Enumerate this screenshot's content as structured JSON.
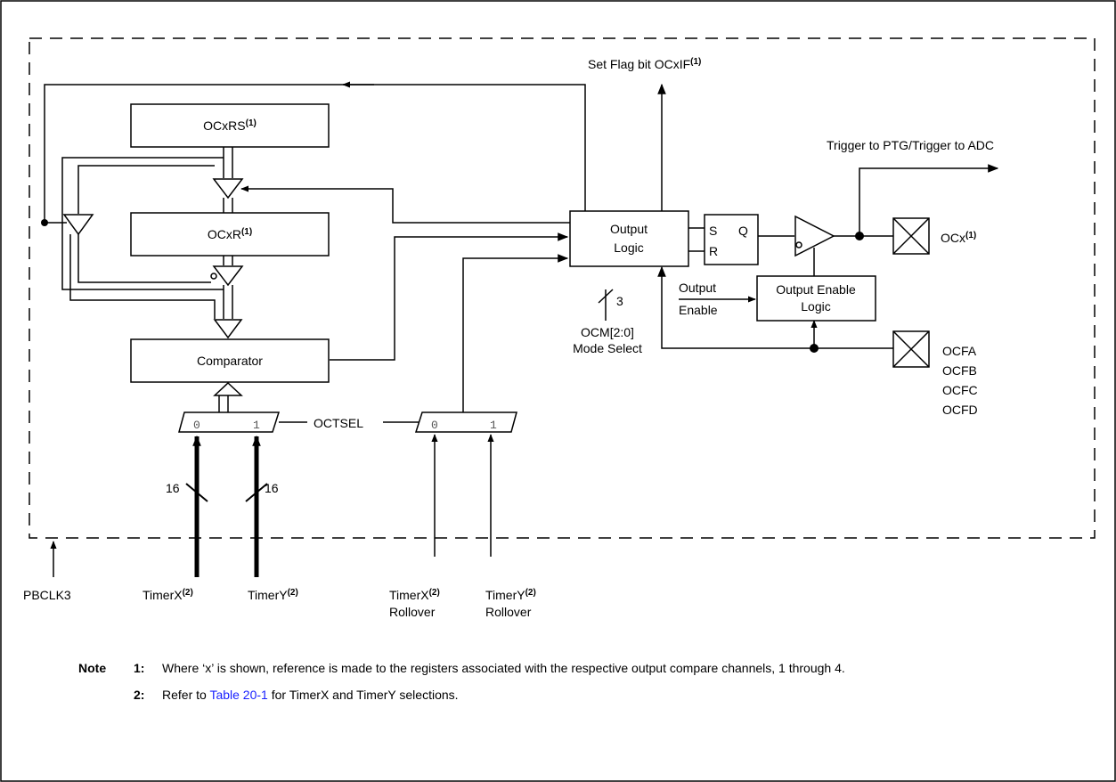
{
  "labels": {
    "set_flag": "Set Flag bit OCxIF",
    "set_flag_sup": "(1)",
    "trigger": "Trigger to PTG/Trigger to ADC",
    "ocxrs": "OCxRS",
    "ocxrs_sup": "(1)",
    "ocxr": "OCxR",
    "ocxr_sup": "(1)",
    "comparator": "Comparator",
    "output_logic_1": "Output",
    "output_logic_2": "Logic",
    "sr_s": "S",
    "sr_q": "Q",
    "sr_r": "R",
    "ocx": "OCx",
    "ocx_sup": "(1)",
    "oe_logic_1": "Output Enable",
    "oe_logic_2": "Logic",
    "output_enable_1": "Output",
    "output_enable_2": "Enable",
    "ocm_bits": "3",
    "ocm_1": "OCM[2:0]",
    "ocm_2": "Mode Select",
    "ocfa": "OCFA",
    "ocfb": "OCFB",
    "ocfc": "OCFC",
    "ocfd": "OCFD",
    "octsel": "OCTSEL",
    "mux_0": "0",
    "mux_1": "1",
    "bus16a": "16",
    "bus16b": "16",
    "pbclk3": "PBCLK3",
    "timerx": "TimerX",
    "timerx_sup": "(2)",
    "timery": "TimerY",
    "timery_sup": "(2)",
    "timerx_ro": "TimerX",
    "timerx_ro_sup": "(2)",
    "timery_ro": "TimerY",
    "timery_ro_sup": "(2)",
    "rollover_a": "Rollover",
    "rollover_b": "Rollover"
  },
  "notes": {
    "lead": "Note",
    "n1_num": "1:",
    "n1_text": "Where ‘x’ is shown, reference is made to the registers associated with the respective output compare channels, 1 through 4.",
    "n2_num": "2:",
    "n2_pre": "Refer to ",
    "n2_link": "Table 20-1",
    "n2_post": " for TimerX and TimerY selections."
  },
  "colors": {
    "link": "#1a22ff",
    "line": "#000000"
  }
}
